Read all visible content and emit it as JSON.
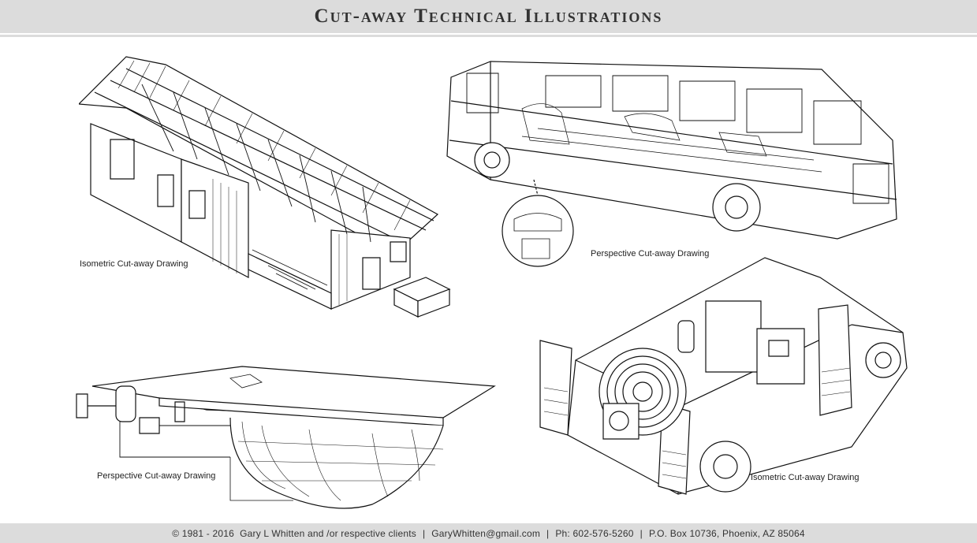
{
  "header": {
    "title": "Cut-away Technical Illustrations"
  },
  "illustrations": [
    {
      "caption": "Isometric Cut-away Drawing",
      "icon": "house-cutaway-icon"
    },
    {
      "caption": "Perspective Cut-away Drawing",
      "icon": "bus-cutaway-icon"
    },
    {
      "caption": "Perspective Cut-away Drawing",
      "icon": "pool-cutaway-icon"
    },
    {
      "caption": "Isometric Cut-away Drawing",
      "icon": "van-cutaway-icon"
    }
  ],
  "footer": {
    "copyright": "© 1981 - 2016  Gary L Whitten and /or respective clients",
    "email": "GaryWhitten@gmail.com",
    "phone": "Ph: 602-576-5260",
    "address": "P.O. Box 10736, Phoenix, AZ 85064"
  }
}
